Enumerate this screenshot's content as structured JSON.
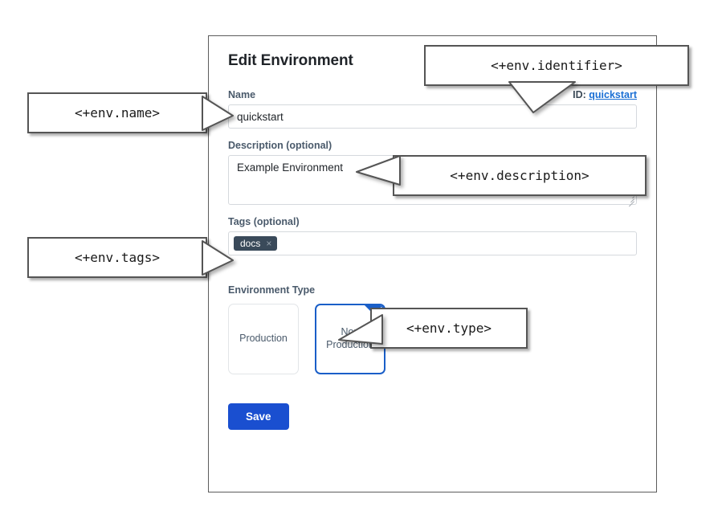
{
  "panel": {
    "title": "Edit Environment",
    "fields": {
      "name": {
        "label": "Name",
        "value": "quickstart",
        "placeholder": ""
      },
      "identifier": {
        "prefix": "ID:",
        "value": "quickstart"
      },
      "description": {
        "label": "Description (optional)",
        "value": "Example Environment",
        "placeholder": ""
      },
      "tags": {
        "label": "Tags (optional)",
        "chips": [
          {
            "label": "docs",
            "remove_icon": "×"
          }
        ]
      },
      "environment_type": {
        "label": "Environment Type",
        "options": [
          {
            "label": "Production",
            "selected": false
          },
          {
            "label": "Non\nProduction",
            "line1": "Non",
            "line2": "Production",
            "selected": true
          }
        ],
        "selected_check_icon": "check-icon"
      }
    },
    "save_label": "Save"
  },
  "callouts": {
    "name": "<+env.name>",
    "identifier": "<+env.identifier>",
    "description": "<+env.description>",
    "tags": "<+env.tags>",
    "type": "<+env.type>"
  },
  "colors": {
    "accent_blue": "#1a4fd0",
    "link_blue": "#1a6fd4",
    "selected_border": "#1a5fc8",
    "label_slate": "#4a5a6b",
    "chip_bg": "#3a4a5a",
    "panel_border": "#5c5c5c",
    "input_border": "#d5d9dd"
  }
}
